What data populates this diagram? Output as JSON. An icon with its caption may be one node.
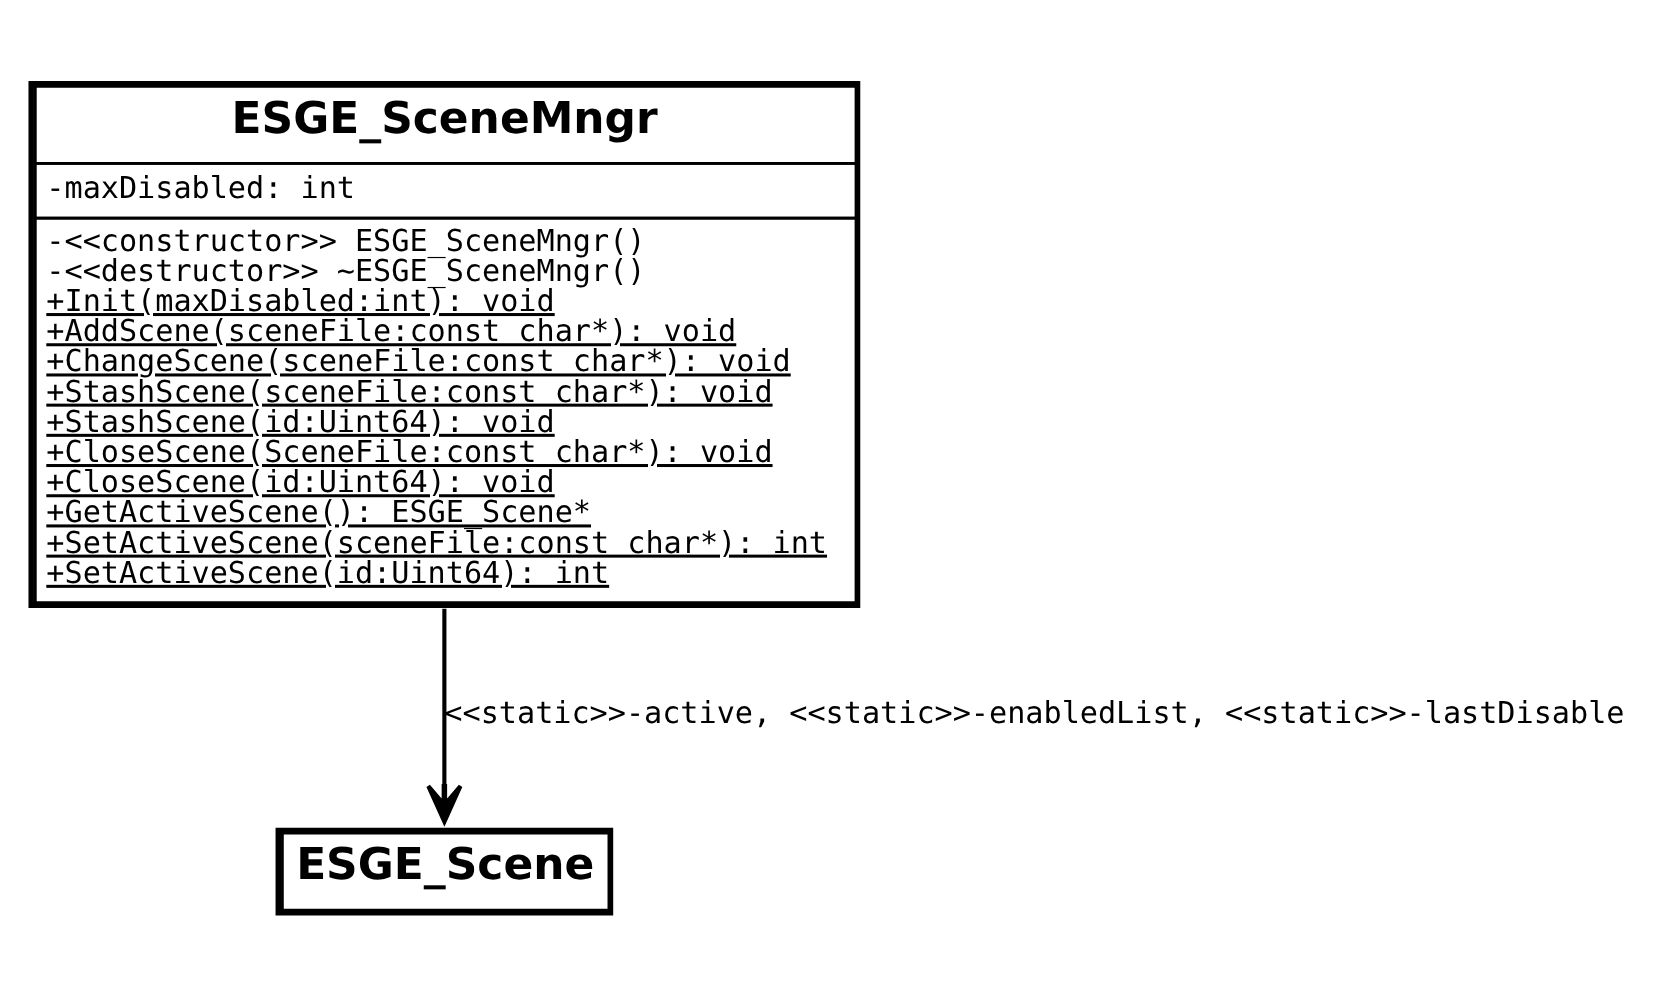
{
  "diagram": {
    "nodes": [
      {
        "text": [
          "ESGE_SceneMngr",
          "-maxDisabled: int",
          "-<<constructor>> ESGE_SceneMngr()",
          "-<<destructor>> ~ESGE_SceneMngr()",
          "+Init(maxDisabled:int): void",
          "+AddScene(sceneFile:const char*): void",
          "+ChangeScene(sceneFile:const char*): void",
          "+StashScene(sceneFile:const char*): void",
          "+StashScene(id:Uint64): void",
          "+CloseScene(SceneFile:const char*): void",
          "+CloseScene(id:Uint64): void",
          "+GetActiveScene(): ESGE_Scene*",
          "+SetActiveScene(sceneFile:const char*): int",
          "+SetActiveScene(id:Uint64): int"
        ]
      },
      {
        "text": [
          "ESGE_Scene"
        ]
      }
    ],
    "edges": [
      {
        "from": 0,
        "to": 1,
        "arrow": "to",
        "label": "<<static>>-active, <<static>>-enabledList, <<static>>-lastDisable"
      }
    ]
  }
}
